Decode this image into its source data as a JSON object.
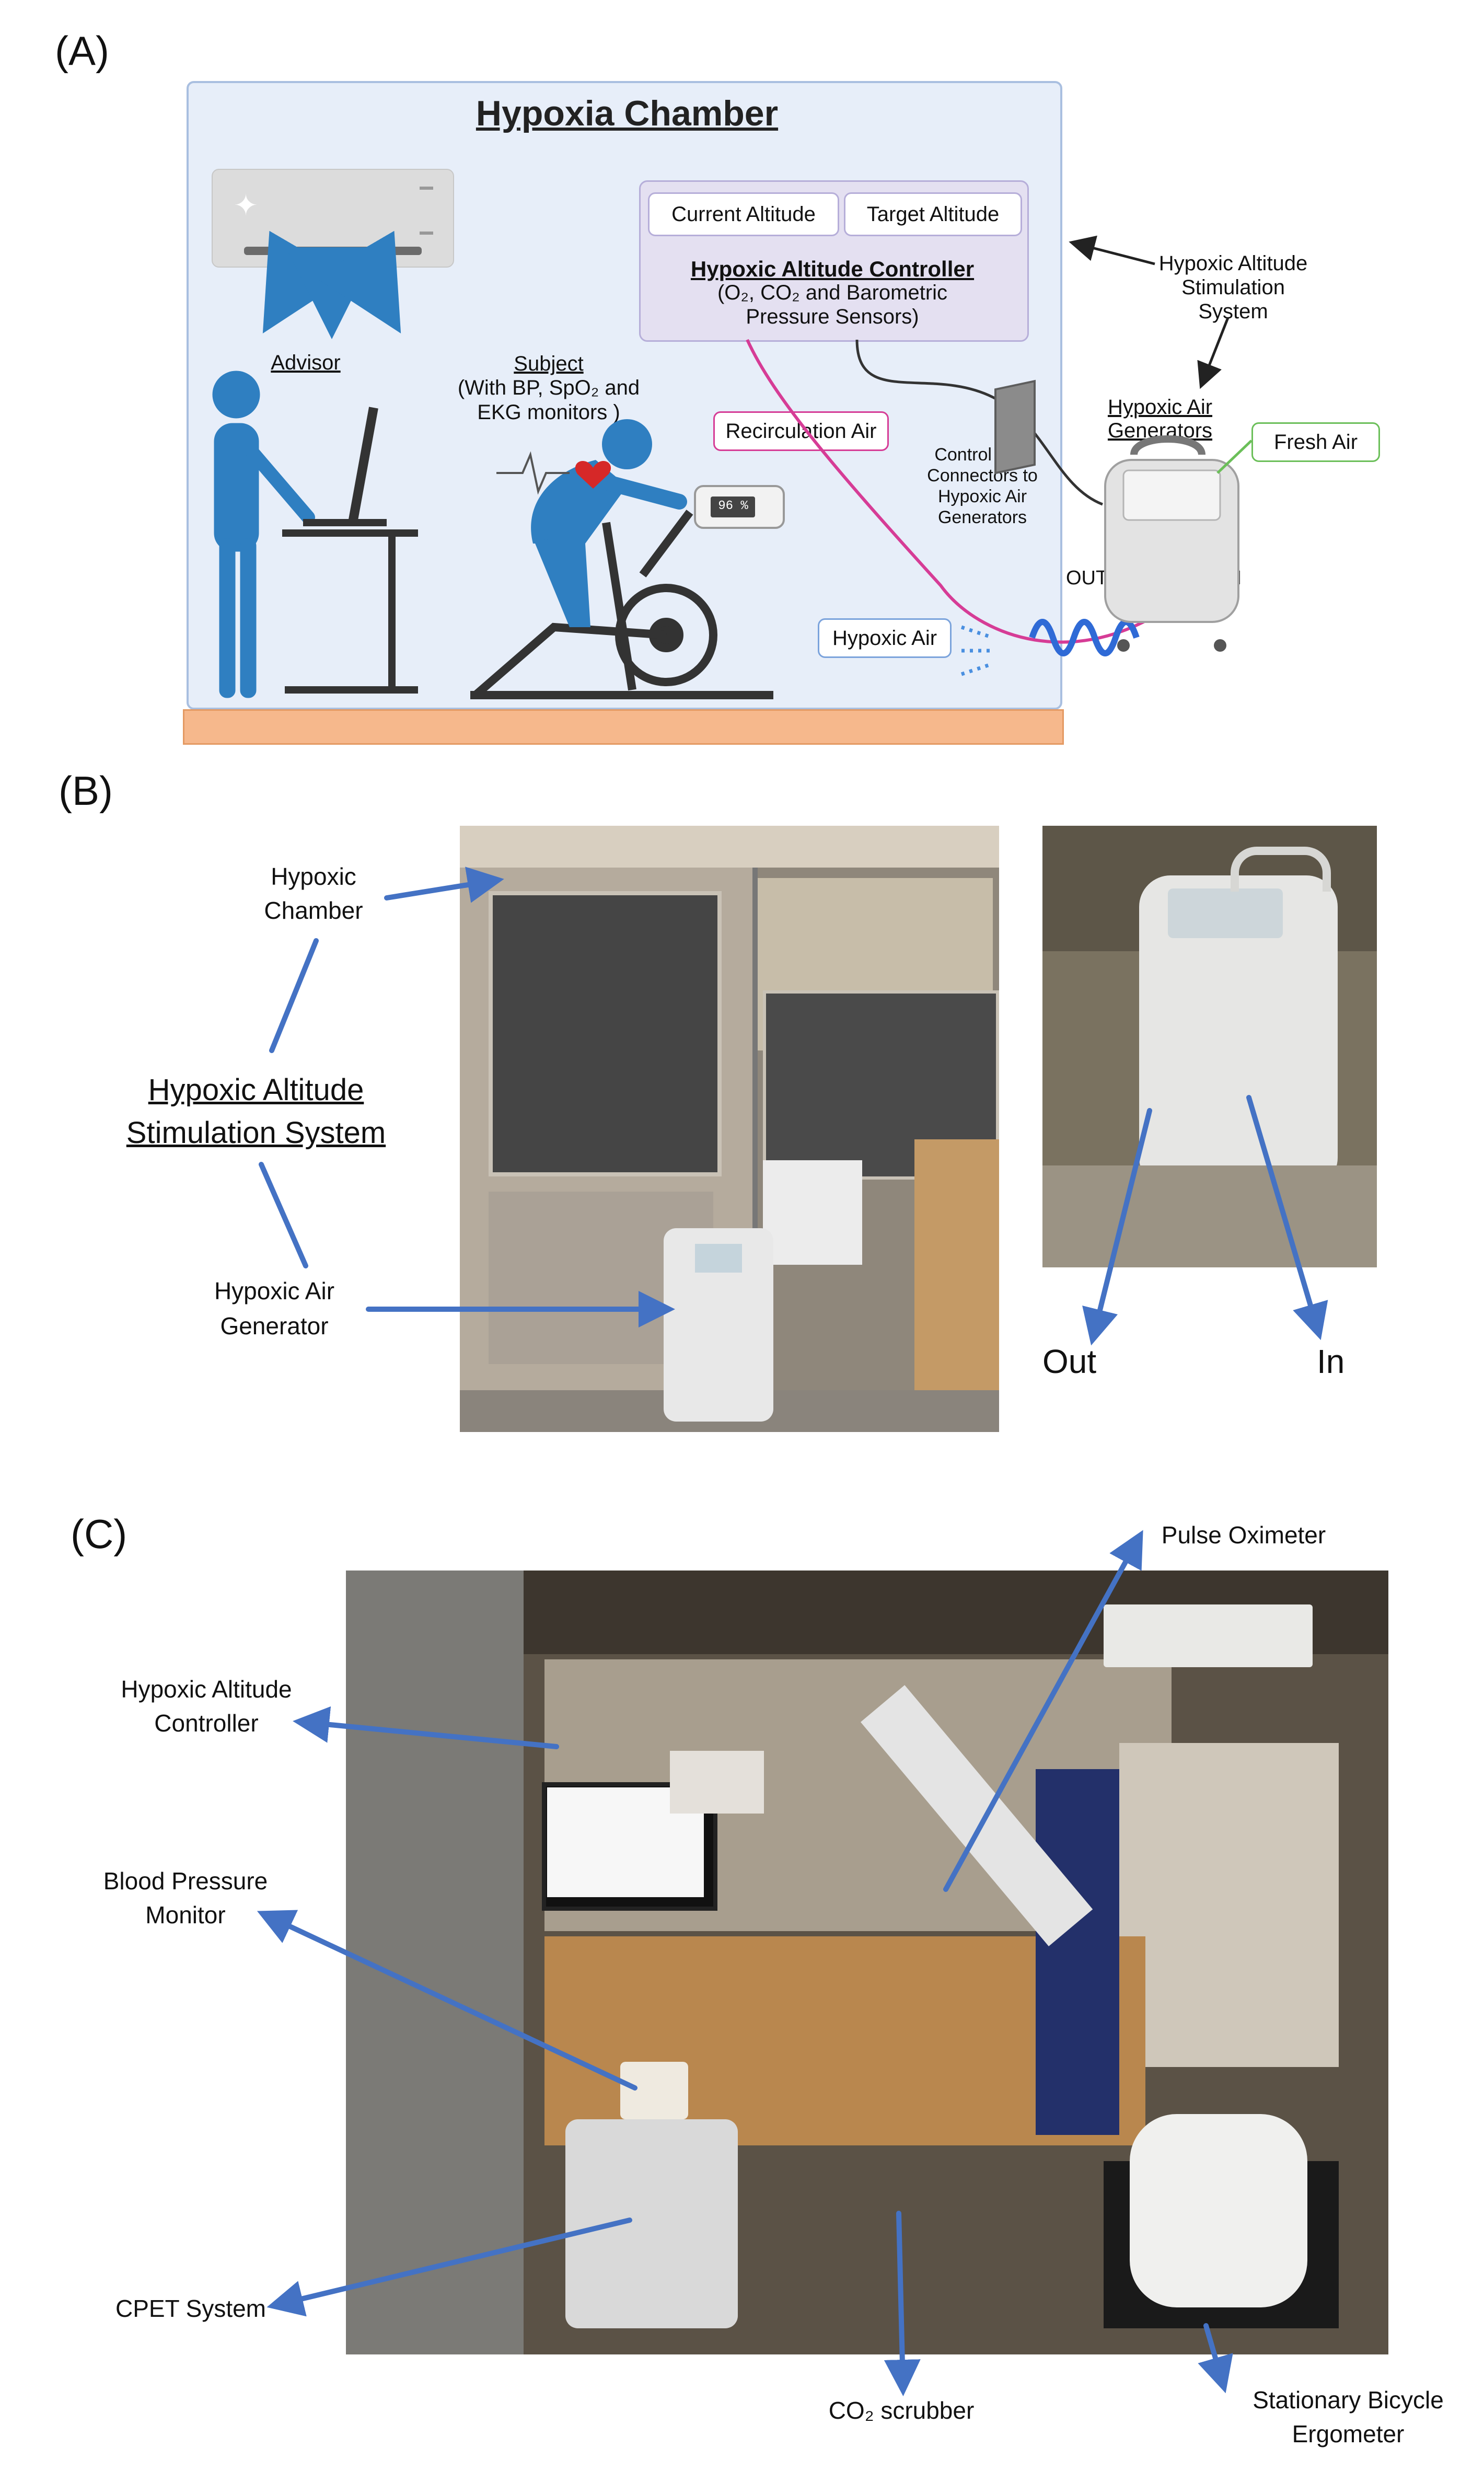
{
  "panels": {
    "a": "(A)",
    "b": "(B)",
    "c": "(C)"
  },
  "panel_a": {
    "title": "Hypoxia Chamber",
    "advisor": "Advisor",
    "subject_title": "Subject",
    "subject_detail_1": "(With BP, SpO₂ and",
    "subject_detail_2": "EKG monitors )",
    "current_altitude": "Current Altitude",
    "target_altitude": "Target Altitude",
    "controller_title": "Hypoxic Altitude Controller",
    "controller_detail_1": "(O₂, CO₂ and Barometric",
    "controller_detail_2": "Pressure Sensors)",
    "stimulation_1": "Hypoxic Altitude",
    "stimulation_2": "Stimulation",
    "stimulation_3": "System",
    "generators_1": "Hypoxic Air",
    "generators_2": "Generators",
    "fresh_air": "Fresh Air",
    "recirculation_air": "Recirculation Air",
    "control_line_1": "Control Line",
    "control_line_2": "Connectors to",
    "control_line_3": "Hypoxic Air",
    "control_line_4": "Generators",
    "out": "OUT",
    "in": "IN",
    "hypoxic_air": "Hypoxic Air",
    "oximeter_display": "96 %"
  },
  "panel_b": {
    "hypoxic_chamber_1": "Hypoxic",
    "hypoxic_chamber_2": "Chamber",
    "system_1": "Hypoxic Altitude",
    "system_2": "Stimulation System",
    "generator_1": "Hypoxic Air",
    "generator_2": "Generator",
    "out": "Out",
    "in": "In"
  },
  "panel_c": {
    "pulse_oximeter": "Pulse Oximeter",
    "controller_1": "Hypoxic Altitude",
    "controller_2": "Controller",
    "bp_1": "Blood Pressure",
    "bp_2": "Monitor",
    "cpet": "CPET System",
    "co2_scrubber": "CO₂ scrubber",
    "ergometer_1": "Stationary Bicycle",
    "ergometer_2": "Ergometer"
  },
  "colors": {
    "arrow": "#4472c4",
    "magenta": "#d63c96",
    "green": "#6bbf59",
    "chamber": "#e7eef9",
    "floor": "#f6b88c",
    "subject": "#2f7fc1"
  }
}
